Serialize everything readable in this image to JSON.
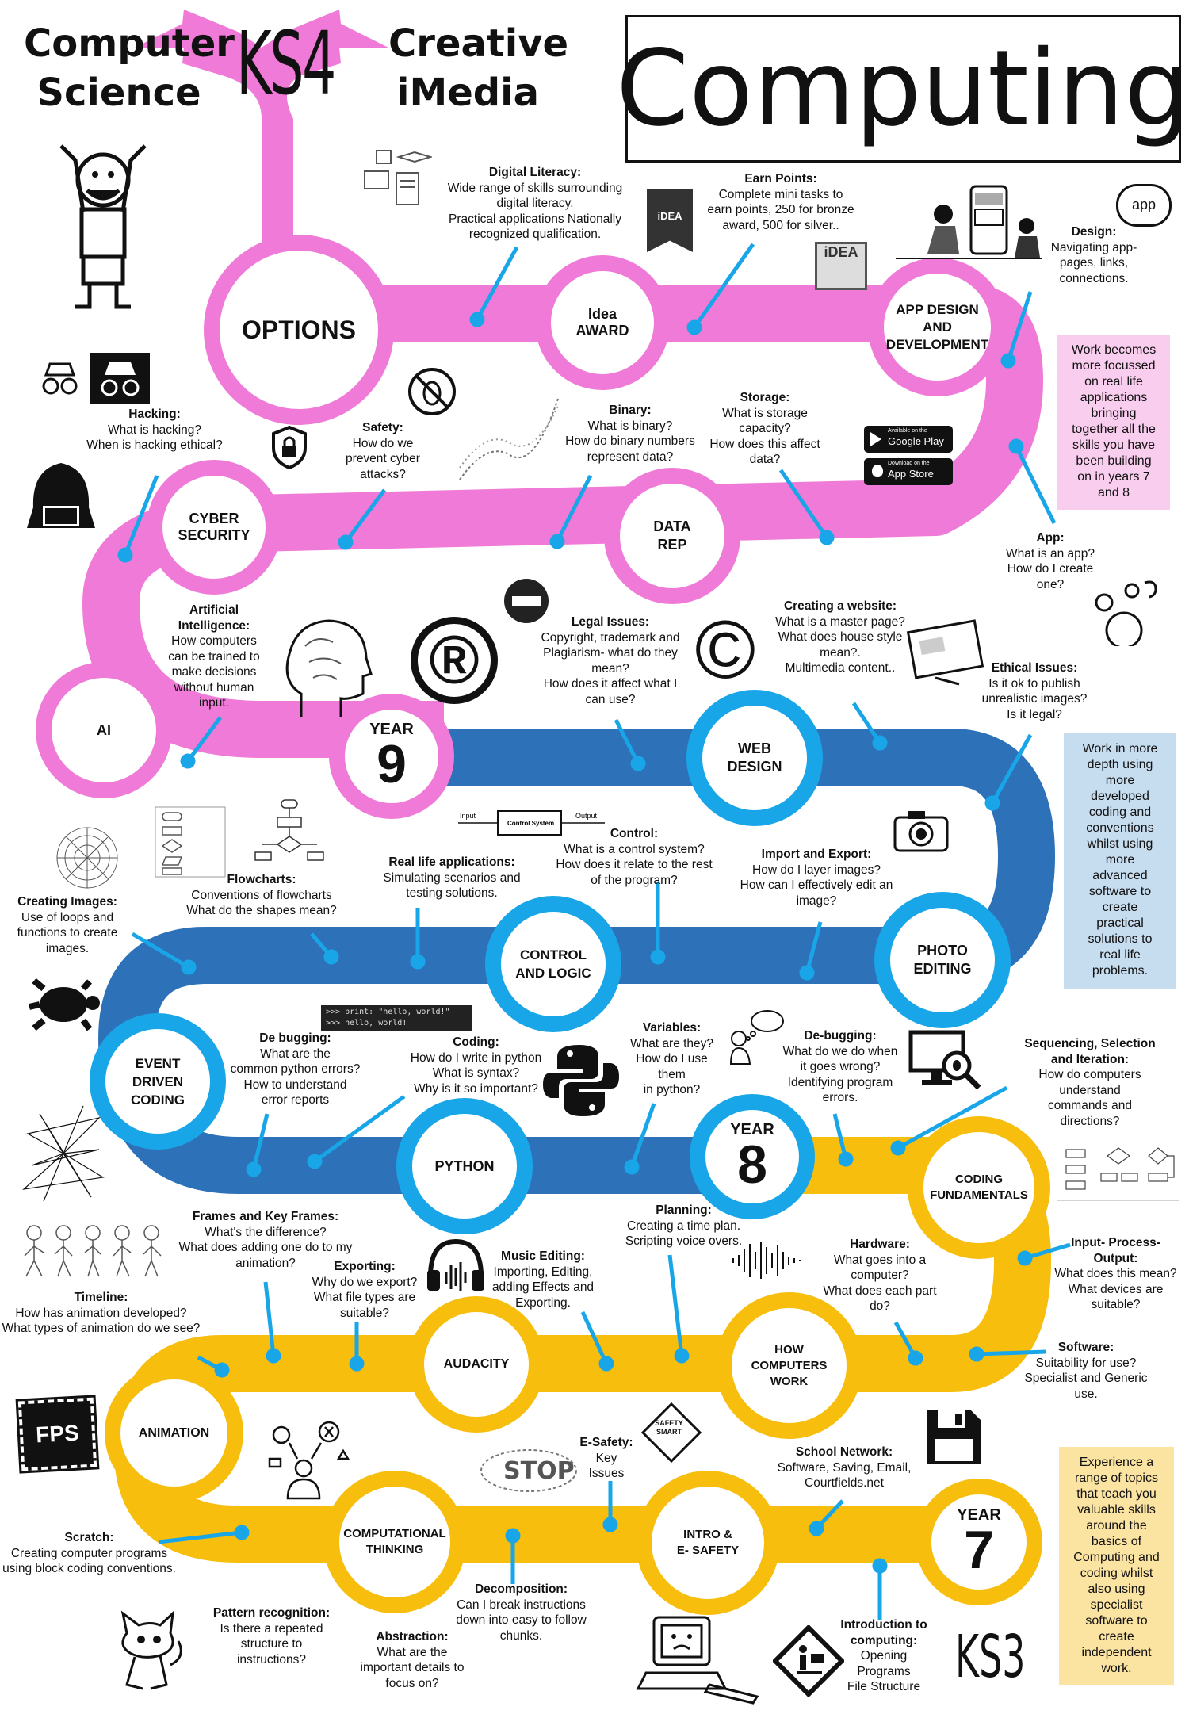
{
  "header": {
    "left": "Computer\nScience",
    "center": "KS4",
    "right": "Creative\niMedia",
    "title": "Computing",
    "footer_logo": "KS3"
  },
  "colors": {
    "pink": "#f07ad7",
    "blue": "#2d72b8",
    "yellow": "#f7be0e",
    "pointer": "#19a6e8",
    "pink_box": "#f9cdee",
    "blue_box": "#c6dcef",
    "yellow_box": "#fbe3a1"
  },
  "nodes": {
    "options": "OPTIONS",
    "idea": "Idea\nAWARD",
    "app": "APP DESIGN\nAND\nDEVELOPMENT",
    "cyber": "CYBER\nSECURITY",
    "datarep": "DATA\nREP",
    "ai": "AI",
    "year9_label": "YEAR",
    "year9_num": "9",
    "web": "WEB\nDESIGN",
    "photo": "PHOTO\nEDITING",
    "control": "CONTROL\nAND LOGIC",
    "event": "EVENT\nDRIVEN\nCODING",
    "python": "PYTHON",
    "year8_label": "YEAR",
    "year8_num": "8",
    "codefund": "CODING\nFUNDAMENTALS",
    "audacity": "AUDACITY",
    "howcomp": "HOW\nCOMPUTERS\nWORK",
    "animation": "ANIMATION",
    "compthink": "COMPUTATIONAL\nTHINKING",
    "intro": "INTRO &\nE- SAFETY",
    "year7_label": "YEAR",
    "year7_num": "7"
  },
  "notes": {
    "digital": {
      "title": "Digital Literacy:",
      "desc": "Wide range of skills surrounding\ndigital literacy.\nPractical applications Nationally\nrecognized qualification."
    },
    "earn": {
      "title": "Earn Points:",
      "desc": "Complete mini tasks to\nearn points, 250 for bronze\naward, 500 for silver.."
    },
    "design": {
      "title": "Design:",
      "desc": "Navigating app-\npages, links,\nconnections."
    },
    "hacking": {
      "title": "Hacking:",
      "desc": "What is hacking?\nWhen is hacking ethical?"
    },
    "safety": {
      "title": "Safety:",
      "desc": "How do we\nprevent cyber\nattacks?"
    },
    "binary": {
      "title": "Binary:",
      "desc": "What is binary?\nHow do binary numbers\nrepresent data?"
    },
    "storage": {
      "title": "Storage:",
      "desc": "What is storage\ncapacity?\nHow does this affect\ndata?"
    },
    "app": {
      "title": "App:",
      "desc": "What is an app?\nHow do I create\none?"
    },
    "ai": {
      "title": "Artificial\nIntelligence:",
      "desc": "How computers\ncan be trained to\nmake decisions\nwithout human\ninput."
    },
    "legal": {
      "title": "Legal Issues:",
      "desc": "Copyright, trademark and\nPlagiarism- what do they\nmean?\nHow does it affect what I\ncan use?"
    },
    "website": {
      "title": "Creating a website:",
      "desc": "What is a master page?\nWhat does house style\nmean?.\nMultimedia content.."
    },
    "ethical": {
      "title": "Ethical Issues:",
      "desc": "Is it ok to publish\nunrealistic images?\nIs it legal?"
    },
    "images": {
      "title": "Creating Images:",
      "desc": "Use of loops and\nfunctions to create\nimages."
    },
    "flow": {
      "title": "Flowcharts:",
      "desc": "Conventions of flowcharts\nWhat do the shapes mean?"
    },
    "reallife": {
      "title": "Real life applications:",
      "desc": "Simulating scenarios and\ntesting solutions."
    },
    "control": {
      "title": "Control:",
      "desc": "What is a control system?\nHow does it relate to the rest\nof the program?"
    },
    "import": {
      "title": "Import and Export:",
      "desc": "How do I layer images?\nHow can I effectively edit an\nimage?"
    },
    "debug1": {
      "title": "De bugging:",
      "desc": "What are the\ncommon python errors?\nHow to understand\nerror reports"
    },
    "coding": {
      "title": "Coding:",
      "desc": "How do I write in python\nWhat is syntax?\nWhy is it so important?"
    },
    "variables": {
      "title": "Variables:",
      "desc": "What are they?\nHow do I use\nthem\nin python?"
    },
    "debug2": {
      "title": "De-bugging:",
      "desc": "What do we do when\nit goes wrong?\nIdentifying program\nerrors."
    },
    "sequencing": {
      "title": "Sequencing, Selection\nand Iteration:",
      "desc": "How do computers\nunderstand\ncommands and\ndirections?"
    },
    "frames": {
      "title": "Frames and Key Frames:",
      "desc": "What's the difference?\nWhat does adding one do to my\nanimation?"
    },
    "exporting": {
      "title": "Exporting:",
      "desc": "Why do we export?\nWhat file types are\nsuitable?"
    },
    "music": {
      "title": "Music Editing:",
      "desc": "Importing, Editing,\nadding Effects and\nExporting."
    },
    "planning": {
      "title": "Planning:",
      "desc": "Creating a time plan.\nScripting voice overs."
    },
    "hardware": {
      "title": "Hardware:",
      "desc": "What goes into a\ncomputer?\nWhat does each part\ndo?"
    },
    "ipo": {
      "title": "Input- Process-\nOutput:",
      "desc": "What does this mean?\nWhat devices are\nsuitable?"
    },
    "timeline": {
      "title": "Timeline:",
      "desc": "How has animation developed?\nWhat types of animation do we see?"
    },
    "software": {
      "title": "Software:",
      "desc": "Suitability for use?\nSpecialist and Generic\nuse."
    },
    "esafety": {
      "title": "E-Safety:",
      "desc": "Key\nIssues"
    },
    "network": {
      "title": "School Network:",
      "desc": "Software, Saving, Email,\nCourtfields.net"
    },
    "scratch": {
      "title": "Scratch:",
      "desc": "Creating computer programs\nusing block coding conventions."
    },
    "pattern": {
      "title": "Pattern recognition:",
      "desc": "Is there a repeated\nstructure to\ninstructions?"
    },
    "abstraction": {
      "title": "Abstraction:",
      "desc": "What are the\nimportant details to\nfocus on?"
    },
    "decomp": {
      "title": "Decomposition:",
      "desc": "Can I break instructions\ndown into easy to follow\nchunks."
    },
    "introcomp": {
      "title": "Introduction to\ncomputing:",
      "desc": "Opening\nPrograms\nFile Structure"
    }
  },
  "side_boxes": {
    "pink": "Work becomes\nmore focussed\non real life\napplications\nbringing\ntogether all the\nskills you have\nbeen building\non in years 7\nand 8",
    "blue": "Work in more\ndepth using\nmore\ndeveloped\ncoding and\nconventions\nwhilst using\nmore\nadvanced\nsoftware to\ncreate\npractical\nsolutions to\nreal life\nproblems.",
    "yellow": "Experience a\nrange of topics\nthat teach you\nvaluable skills\naround the\nbasics of\nComputing and\ncoding whilst\nalso using\nspecialist\nsoftware to\ncreate\nindependent\nwork."
  },
  "icons": {
    "registered": "®",
    "copyright": "©",
    "code_line1": ">>> print: \"hello, world!\"",
    "code_line2": ">>> hello, world!",
    "control_input": "Input",
    "control_box": "Control\nSystem",
    "control_output": "Output",
    "google_play": "Google Play",
    "google_play_small": "Available on the",
    "app_store": "App Store",
    "app_store_small": "Download on the",
    "idea_badge": "iDEA",
    "app_bubble": "app",
    "fps": "FPS",
    "stop": "STOP",
    "safety_smart": "SAFETY\nSMART"
  }
}
